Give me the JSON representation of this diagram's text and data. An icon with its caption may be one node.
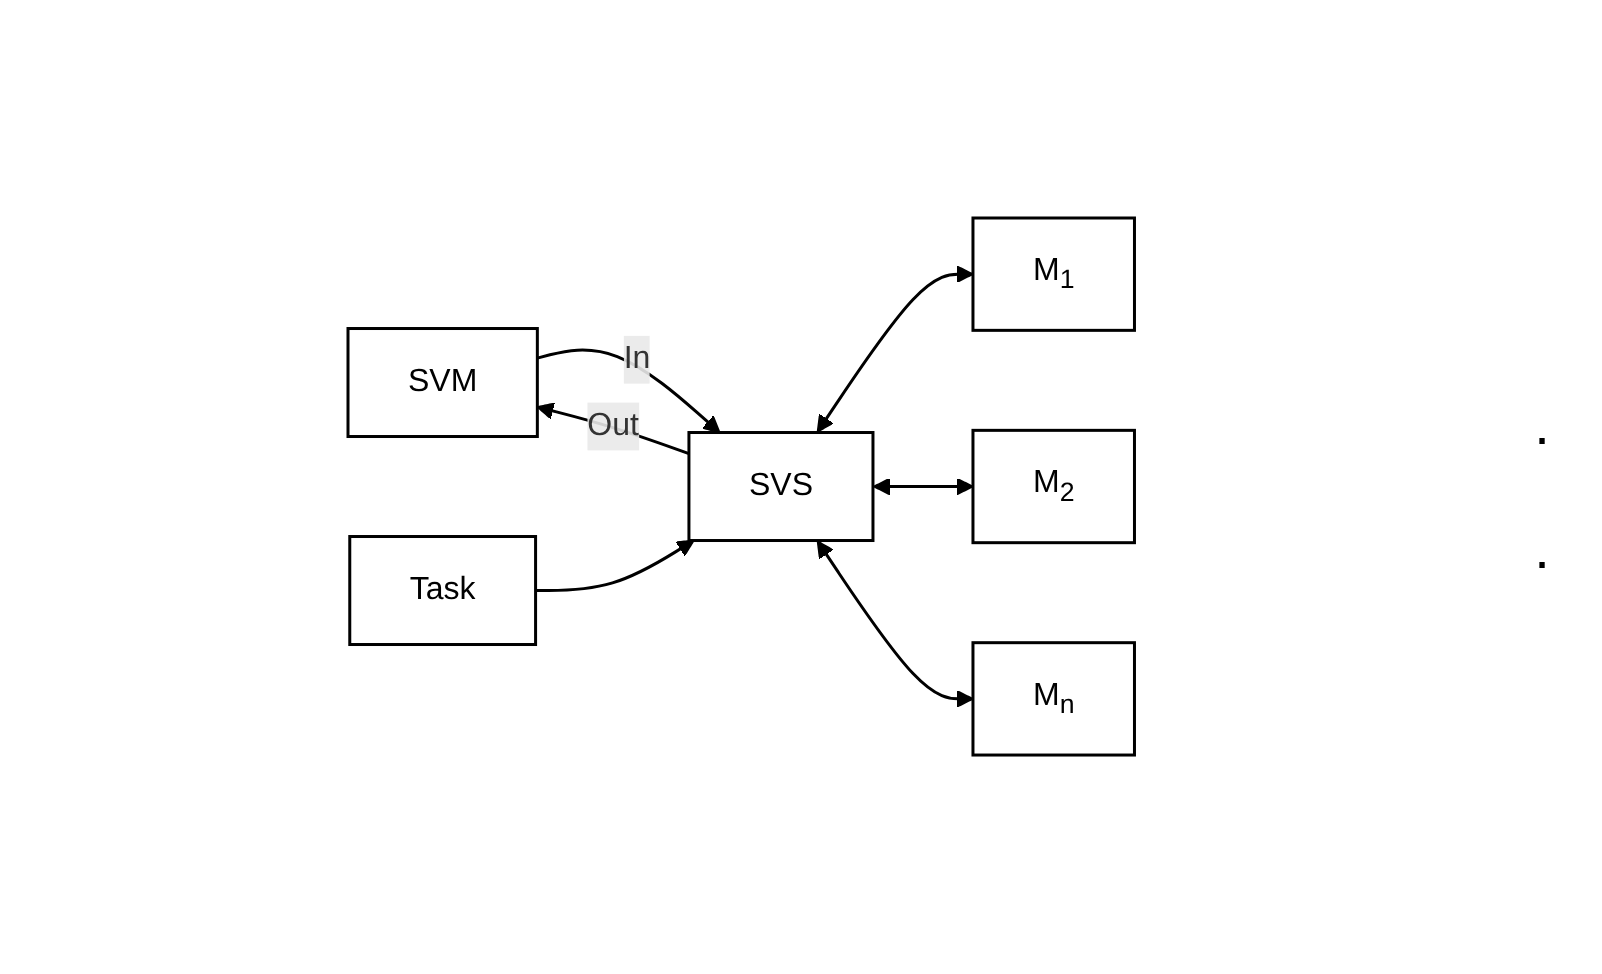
{
  "diagram": {
    "nodes": [
      {
        "text": [
          "SVM"
        ]
      },
      {
        "text": [
          "Task"
        ]
      },
      {
        "text": [
          "SVS"
        ]
      },
      {
        "text": [
          "M$_{1}$"
        ]
      },
      {
        "text": [
          "M$_{2}$"
        ]
      },
      {
        "text": [
          "M$_{n}$"
        ]
      }
    ],
    "edges": [
      {
        "from": 0,
        "to": 2,
        "arrow": "to",
        "label": "In"
      },
      {
        "from": 2,
        "to": 0,
        "arrow": "to",
        "label": "Out"
      },
      {
        "from": 1,
        "to": 2,
        "arrow": "to"
      },
      {
        "from": 2,
        "to": 3,
        "arrow": "both"
      },
      {
        "from": 2,
        "to": 4,
        "arrow": "both"
      },
      {
        "from": 2,
        "to": 5,
        "arrow": "both"
      }
    ],
    "labels": [
      ".",
      "."
    ]
  }
}
